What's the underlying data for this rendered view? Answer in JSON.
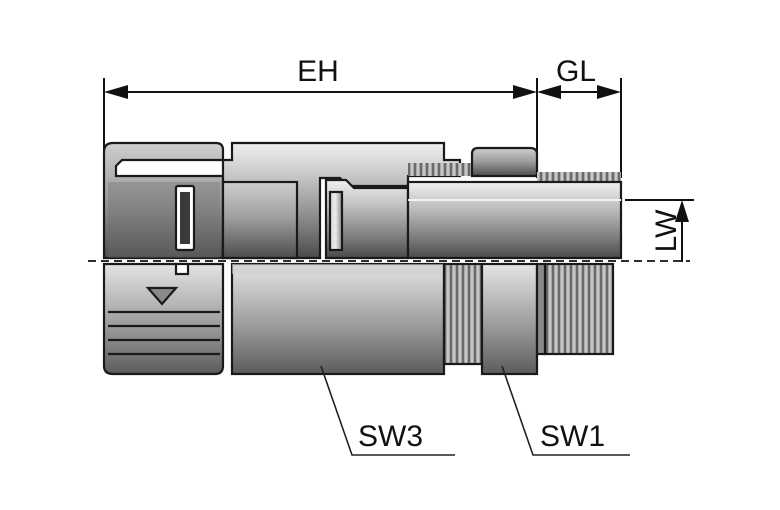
{
  "labels": {
    "eh": "EH",
    "gl": "GL",
    "lw": "LW",
    "sw3": "SW3",
    "sw1": "SW1"
  },
  "colors": {
    "outline": "#1a1a1a",
    "metal_light": "#d9d9d9",
    "metal_mid": "#a8a8a8",
    "metal_dark": "#5a5a5a",
    "background": "#ffffff"
  }
}
